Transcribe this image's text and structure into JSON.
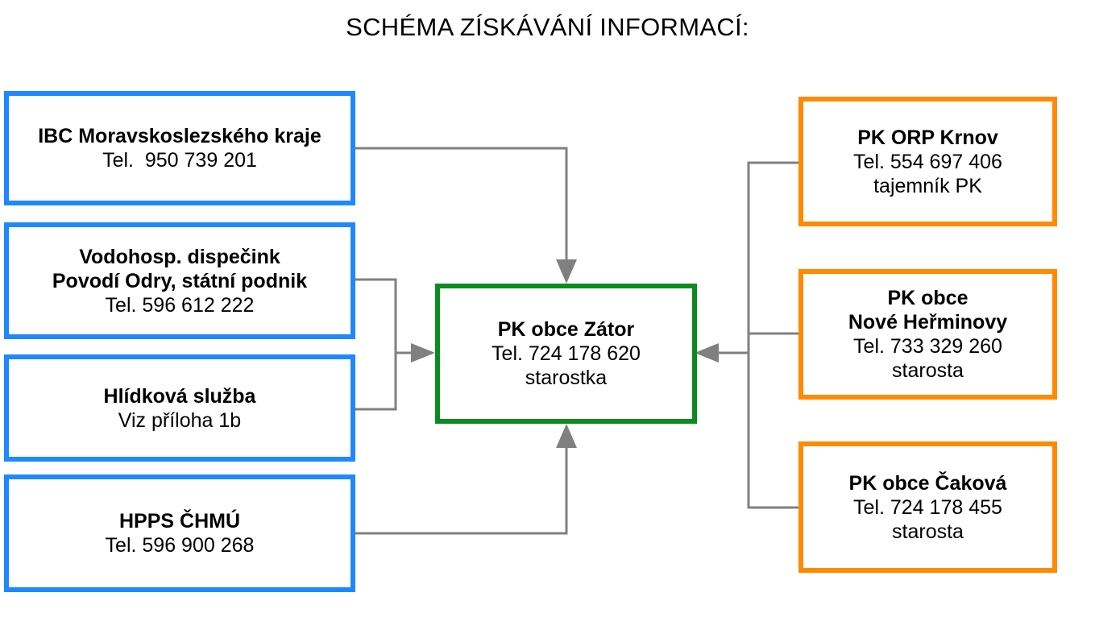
{
  "title": "SCHÉMA ZÍSKÁVÁNÍ INFORMACÍ:",
  "colors": {
    "source_border": "#1E88FF",
    "partner_border": "#FF8A00",
    "center_border": "#0A8C1E",
    "connector": "#808080"
  },
  "center": {
    "name": "PK obce Zátor",
    "phone": "Tel. 724 178 620",
    "role": "starostka"
  },
  "sources": [
    {
      "name": "IBC Moravskoslezského kraje",
      "phone": "Tel.  950 739 201"
    },
    {
      "name_line1": "Vodohosp. dispečink",
      "name_line2": "Povodí Odry, státní podnik",
      "phone": "Tel. 596 612 222"
    },
    {
      "name": "Hlídková služba",
      "note": "Viz příloha 1b"
    },
    {
      "name": "HPPS ČHMÚ",
      "phone": "Tel. 596 900 268"
    }
  ],
  "partners": [
    {
      "name": "PK ORP Krnov",
      "phone": "Tel. 554 697 406",
      "role": "tajemník PK"
    },
    {
      "name_line1": "PK obce",
      "name_line2": "Nové Heřminovy",
      "phone": "Tel. 733 329 260",
      "role": "starosta"
    },
    {
      "name": "PK obce Čaková",
      "phone": "Tel. 724 178 455",
      "role": "starosta"
    }
  ]
}
